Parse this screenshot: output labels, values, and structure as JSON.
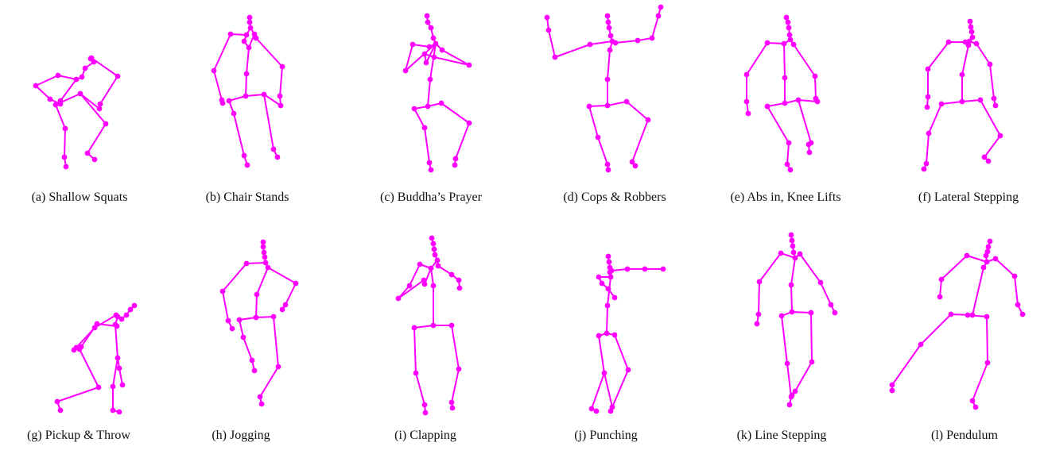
{
  "accent_color": "#ff00ff",
  "figures": [
    {
      "id": "a",
      "caption": "(a)  Shallow Squats"
    },
    {
      "id": "b",
      "caption": "(b)  Chair Stands"
    },
    {
      "id": "c",
      "caption": "(c)  Buddha’s Prayer"
    },
    {
      "id": "d",
      "caption": "(d)  Cops & Robbers"
    },
    {
      "id": "e",
      "caption": "(e)  Abs in, Knee Lifts"
    },
    {
      "id": "f",
      "caption": "(f)  Lateral Stepping"
    },
    {
      "id": "g",
      "caption": "(g)  Pickup & Throw"
    },
    {
      "id": "h",
      "caption": "(h)  Jogging"
    },
    {
      "id": "i",
      "caption": "(i)  Clapping"
    },
    {
      "id": "j",
      "caption": "(j)  Punching"
    },
    {
      "id": "k",
      "caption": "(k)  Line Stepping"
    },
    {
      "id": "l",
      "caption": "(l)  Pendulum"
    }
  ]
}
